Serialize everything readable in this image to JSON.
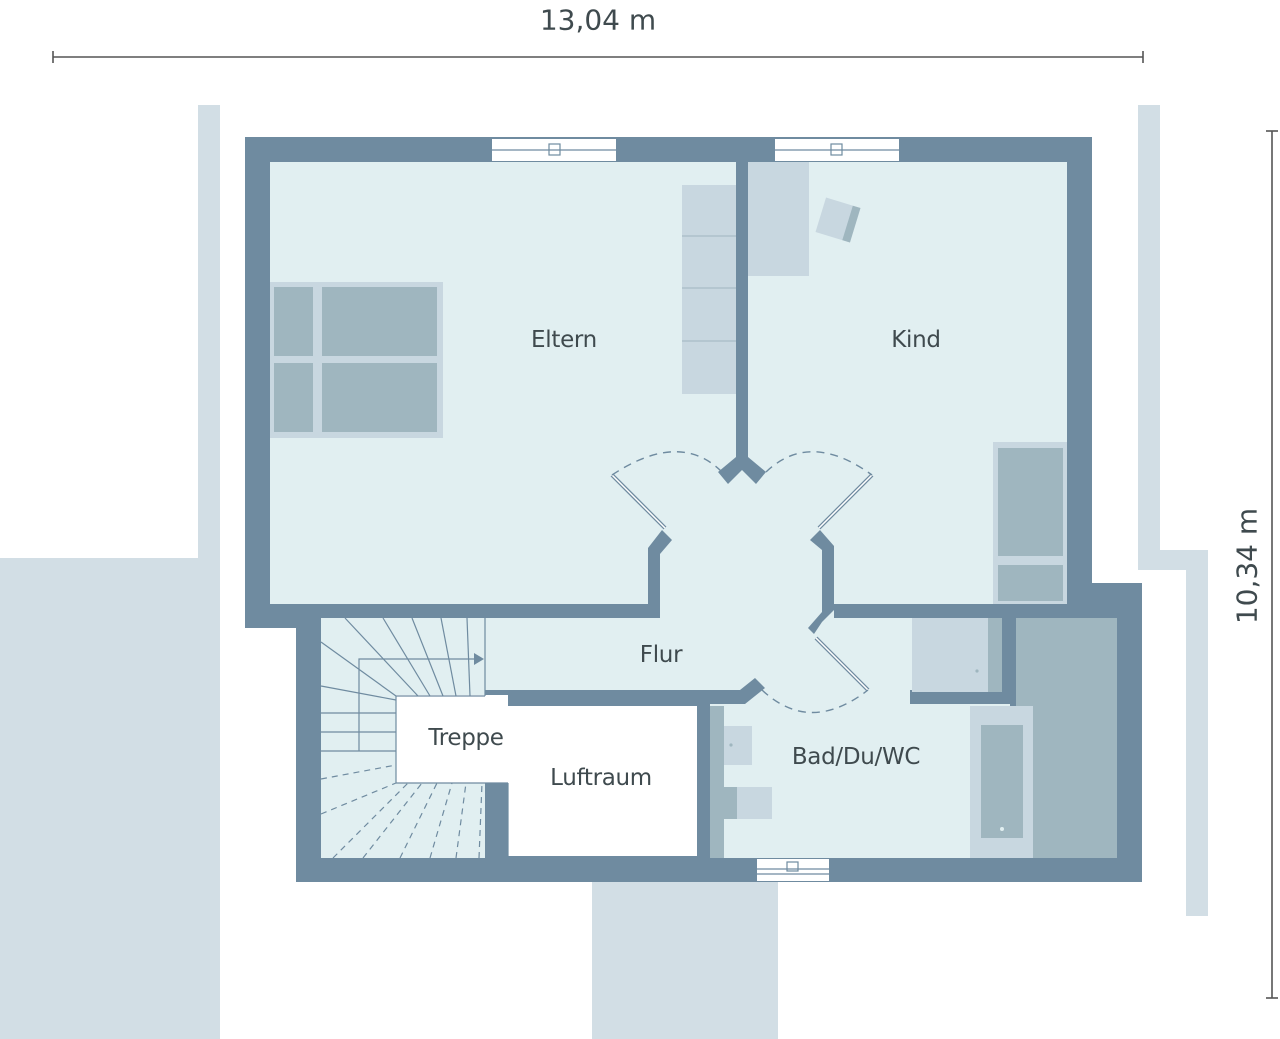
{
  "plan": {
    "type": "floor-plan",
    "level": "upper floor",
    "dimensions": {
      "width_label": "13,04 m",
      "height_label": "10,34 m"
    },
    "rooms": [
      {
        "id": "eltern",
        "label": "Eltern"
      },
      {
        "id": "kind",
        "label": "Kind"
      },
      {
        "id": "flur",
        "label": "Flur"
      },
      {
        "id": "treppe",
        "label": "Treppe"
      },
      {
        "id": "luftraum",
        "label": "Luftraum"
      },
      {
        "id": "bad",
        "label": "Bad/Du/WC"
      }
    ],
    "colors": {
      "wall": "#6f8ba0",
      "floor": "#e1eff1",
      "furniture_light": "#c8d7e0",
      "furniture_dark": "#9fb6bf",
      "exterior": "#d2dee5",
      "dimension_line": "#555555",
      "text": "#3f4a4e"
    }
  }
}
